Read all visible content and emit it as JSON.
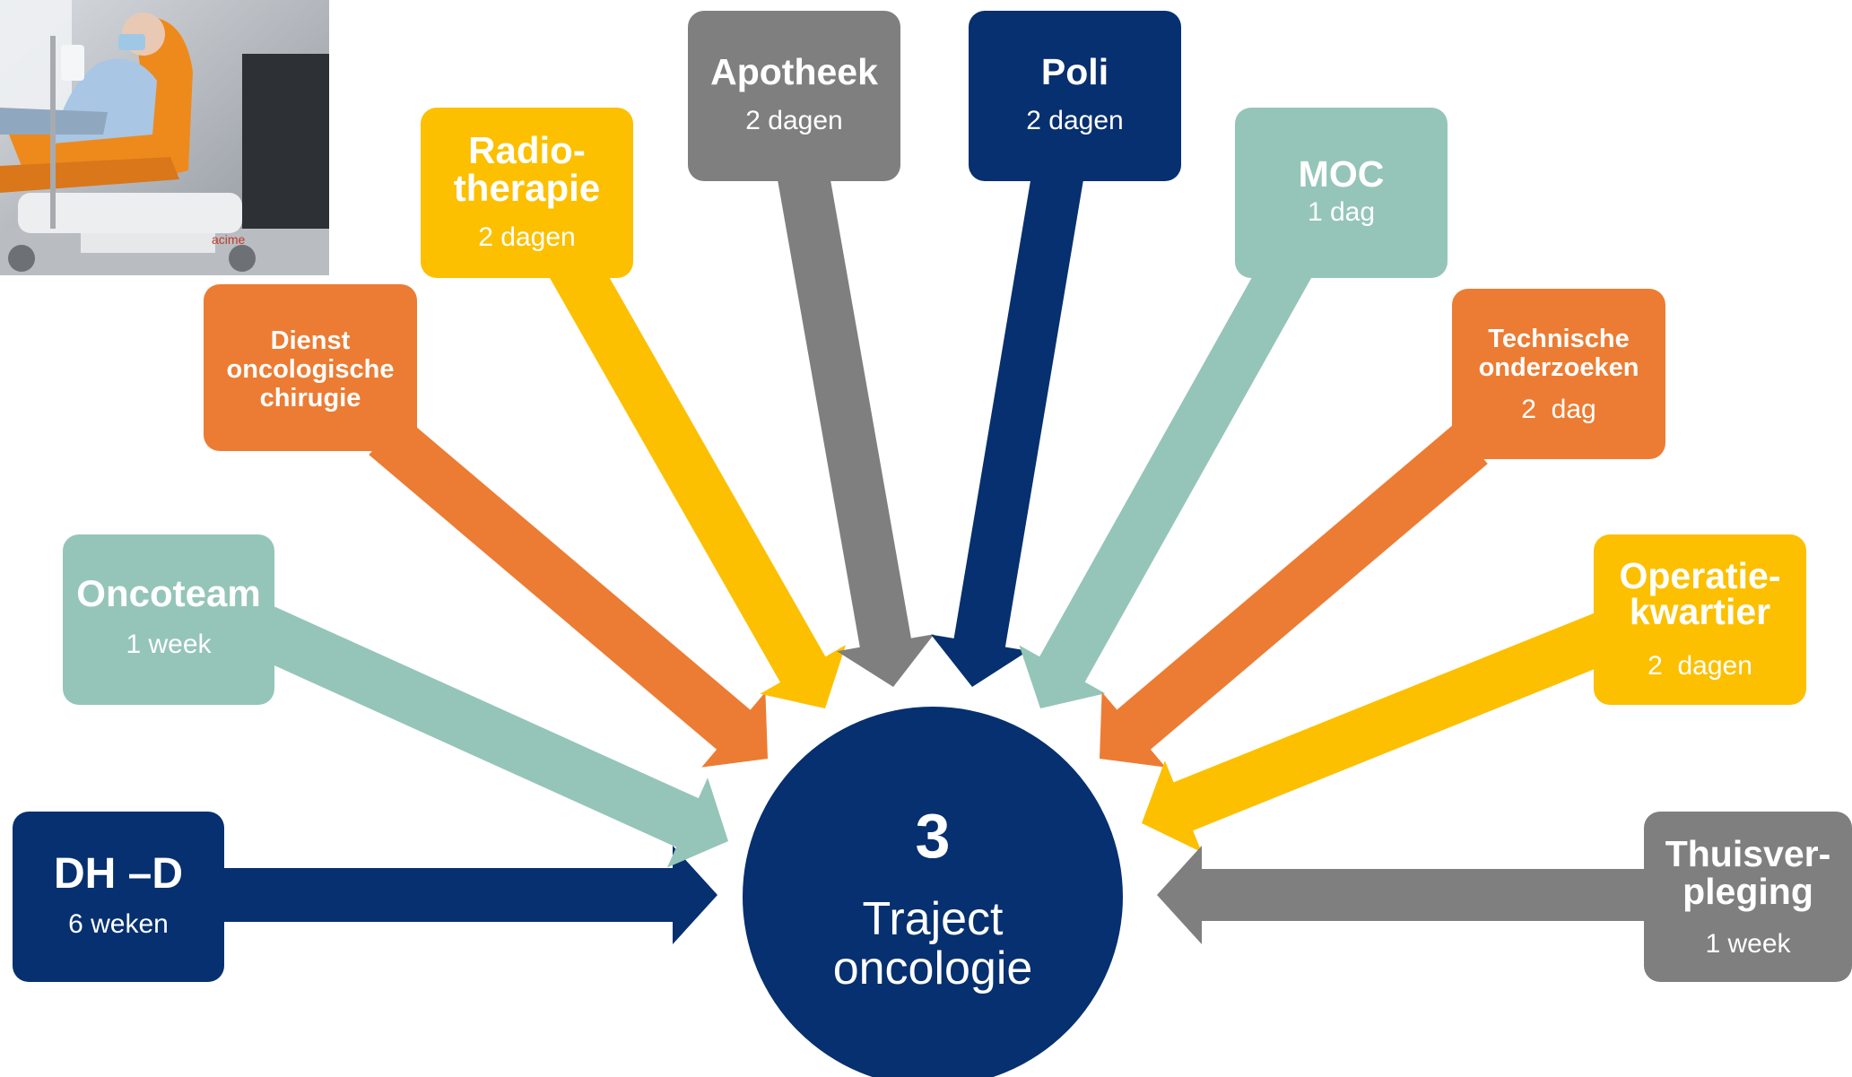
{
  "colors": {
    "navy": "#06306f",
    "teal": "#95c5b8",
    "orange": "#ec7c33",
    "yellow": "#fcc000",
    "gray": "#7f7f7f",
    "white": "#ffffff"
  },
  "center": {
    "number": "3",
    "line1": "Traject",
    "line2": "oncologie"
  },
  "photo": {
    "brand_mark": "acime",
    "subject": "patient in chemotherapy chair"
  },
  "nodes": [
    {
      "id": "dh-d",
      "title_lines": [
        "DH –D"
      ],
      "subtitle": "6 weken",
      "color": "navy"
    },
    {
      "id": "oncoteam",
      "title_lines": [
        "Oncoteam"
      ],
      "subtitle": "1 week",
      "color": "teal"
    },
    {
      "id": "dienst-oncologische-chirugie",
      "title_lines": [
        "Dienst",
        "oncologische",
        "chirugie"
      ],
      "subtitle": "",
      "color": "orange"
    },
    {
      "id": "radiotherapie",
      "title_lines": [
        "Radio-",
        "therapie"
      ],
      "subtitle": "2 dagen",
      "color": "yellow"
    },
    {
      "id": "apotheek",
      "title_lines": [
        "Apotheek"
      ],
      "subtitle": "2 dagen",
      "color": "gray"
    },
    {
      "id": "poli",
      "title_lines": [
        "Poli"
      ],
      "subtitle": "2 dagen",
      "color": "navy"
    },
    {
      "id": "moc",
      "title_lines": [
        "MOC"
      ],
      "subtitle": "1 dag",
      "color": "teal"
    },
    {
      "id": "technische-onderzoeken",
      "title_lines": [
        "Technische",
        "onderzoeken"
      ],
      "subtitle": "2  dag",
      "color": "orange"
    },
    {
      "id": "operatiekwartier",
      "title_lines": [
        "Operatie-",
        "kwartier"
      ],
      "subtitle": "2  dagen",
      "color": "yellow"
    },
    {
      "id": "thuisverpleging",
      "title_lines": [
        "Thuisver-",
        "pleging"
      ],
      "subtitle": "1 week",
      "color": "gray"
    }
  ]
}
